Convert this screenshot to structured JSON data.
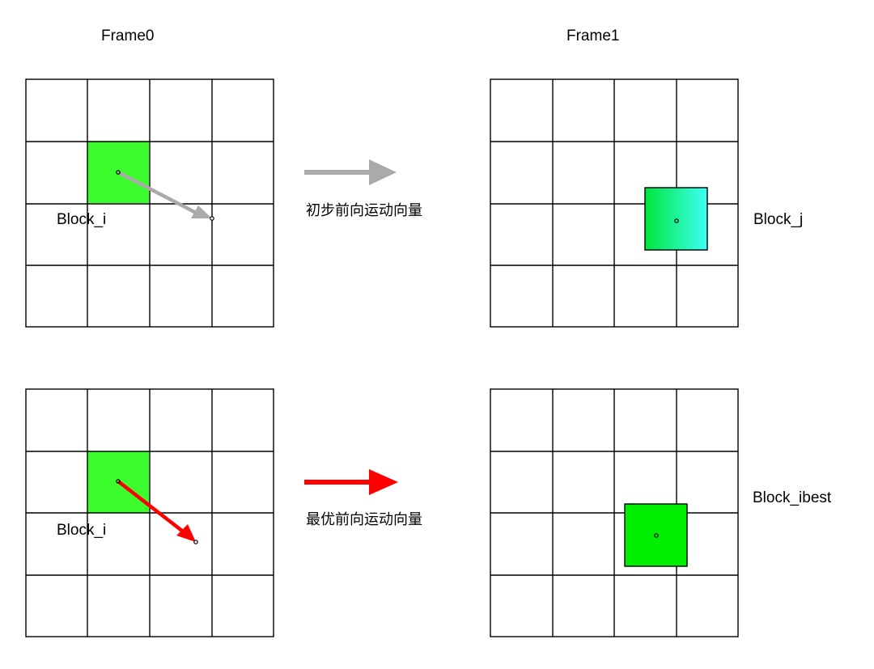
{
  "headers": {
    "frame0": "Frame0",
    "frame1": "Frame1"
  },
  "rows": [
    {
      "src_block_label": "Block_i",
      "arrow_label": "初步前向运动向量",
      "dst_block_label": "Block_j",
      "arrow_color": "#aaaaaa",
      "src_block_color": "#3dfc2e",
      "dst_block_gradient": [
        "#00e63c",
        "#3dfff6"
      ]
    },
    {
      "src_block_label": "Block_i",
      "arrow_label": "最优前向运动向量",
      "dst_block_label": "Block_ibest",
      "arrow_color": "#ff0000",
      "src_block_color": "#3dfc2e",
      "dst_block_color": "#00ee00"
    }
  ],
  "colors": {
    "grid_line": "#000000",
    "background": "#ffffff"
  }
}
